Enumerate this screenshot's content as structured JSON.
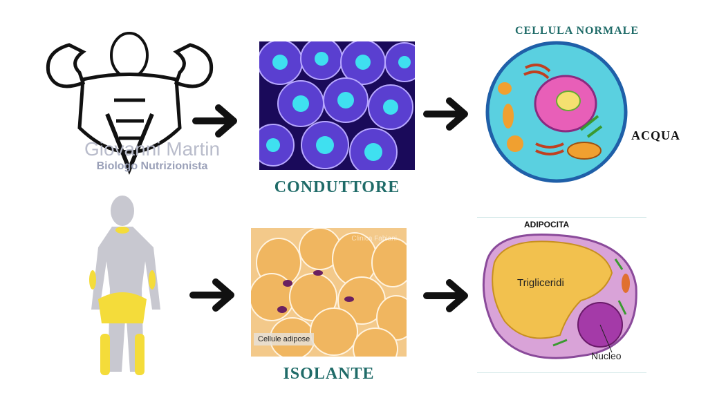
{
  "watermark": {
    "name": "Giovanni Martin",
    "subtitle": "Biologo Nutrizionista"
  },
  "top_row": {
    "label": "CONDUTTORE",
    "cell_title": "CELLULA NORMALE",
    "cell_side_label": "ACQUA"
  },
  "bottom_row": {
    "label": "ISOLANTE",
    "photo_caption": "Cellule adipose",
    "photo_credit": "Clinica Fabiani",
    "cell_title": "ADIPOCITA",
    "cell_labels": {
      "fat": "Trigliceridi",
      "nucleus": "Nucleo"
    }
  },
  "colors": {
    "title": "#1f6b68",
    "cell_blue": "#5ad0e0",
    "fat_yellow": "#f2c14e",
    "cytoplasm": "#d9a3d8"
  }
}
